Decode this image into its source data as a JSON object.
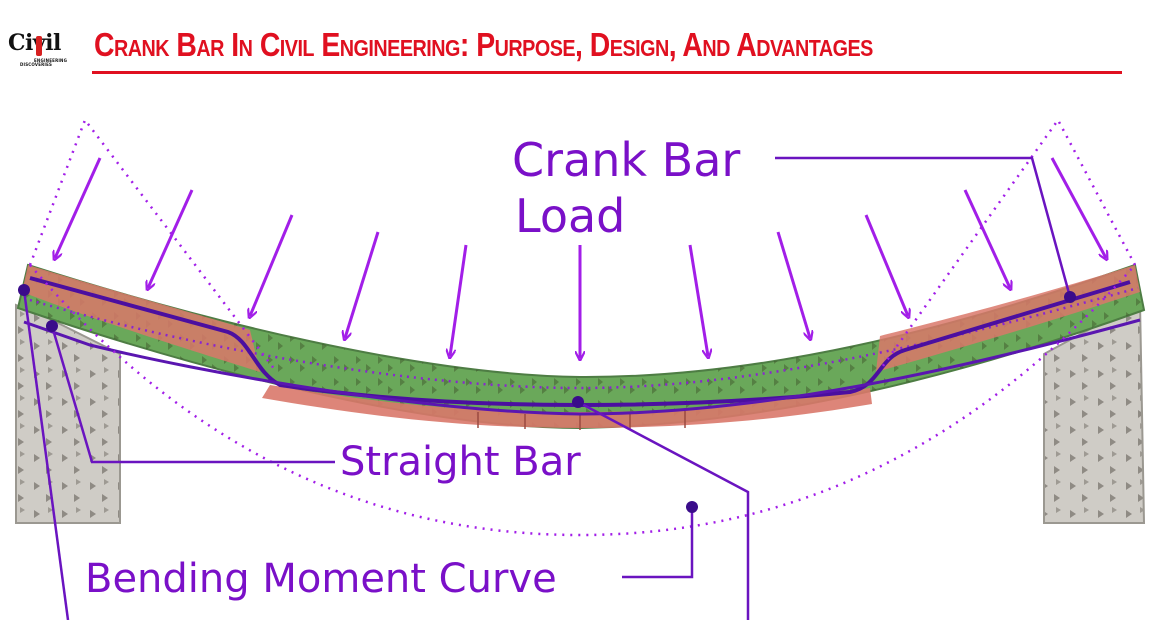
{
  "header": {
    "logo_main": "Civil",
    "logo_sub1": "ENGINEERING",
    "logo_sub2": "DISCOVERIES",
    "title": "Crank Bar In Civil Engineering: Purpose, Design, And Advantages"
  },
  "labels": {
    "crank_bar": "Crank Bar",
    "load": "Load",
    "straight_bar": "Straight Bar",
    "bending_moment_curve": "Bending Moment Curve"
  },
  "colors": {
    "title_red": "#e01020",
    "label_purple": "#7a10c8",
    "label_violet": "#9b1fe0",
    "bar_dark": "#4b0fa0",
    "beam_green": "#6aa85a",
    "beam_red": "#d9786a",
    "support_gray": "#c9c6c0",
    "arrow_violet": "#a21ee8"
  },
  "icons": {
    "logo": "civil-engineering-logo",
    "load_arrow": "arrow-down-icon",
    "leader_dot": "dot-marker-icon"
  }
}
